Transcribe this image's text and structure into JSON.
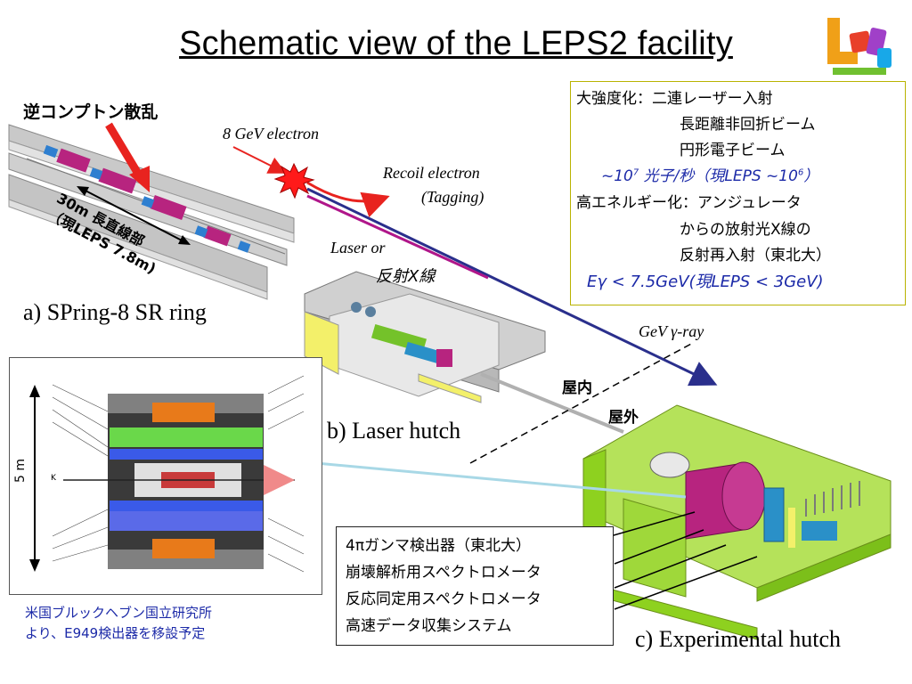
{
  "title": "Schematic view of the LEPS2 facility",
  "compton_label": "逆コンプトン散乱",
  "straight_label": {
    "line1": "30m 長直線部",
    "line2": "（現LEPS 7.8m)"
  },
  "labels": {
    "spring8": "a) SPring-8 SR ring",
    "laser_hutch": "b) Laser hutch",
    "exp_hutch": "c) Experimental hutch",
    "electron": "8 GeV electron",
    "recoil1": "Recoil electron",
    "recoil2": "(Tagging)",
    "laser_or": "Laser or",
    "xray": "反射X線",
    "gev_gamma": "GeV γ-ray",
    "indoor": "屋内",
    "outdoor": "屋外",
    "five_m": "5 m",
    "k_label": "K"
  },
  "infobox": {
    "l1": "大強度化：二連レーザー入射",
    "l2": "長距離非回折ビーム",
    "l3": "円形電子ビーム",
    "l4a": "~10",
    "l4sup1": "7",
    "l4b": " 光子/秒（現LEPS ~10",
    "l4sup2": "6",
    "l4c": "）",
    "l5": "高エネルギー化：アンジュレータ",
    "l6": "からの放射光X線の",
    "l7": "反射再入射（東北大）",
    "l8": "Eγ < 7.5GeV(現LEPS < 3GeV)"
  },
  "detector_box": {
    "l1": "4πガンマ検出器（東北大）",
    "l2": "崩壊解析用スペクトロメータ",
    "l3": "反応同定用スペクトロメータ",
    "l4": "高速データ収集システム"
  },
  "bnl_note": {
    "l1": "米国ブルックヘブン国立研究所",
    "l2": "より、E949検出器を移設予定"
  },
  "colors": {
    "electron_arrow": "#e8231f",
    "gamma_line": "#2a2f8c",
    "laser_line": "#b0168a",
    "hutch_green": "#8ed11f",
    "link_line": "#a8d8e6"
  }
}
